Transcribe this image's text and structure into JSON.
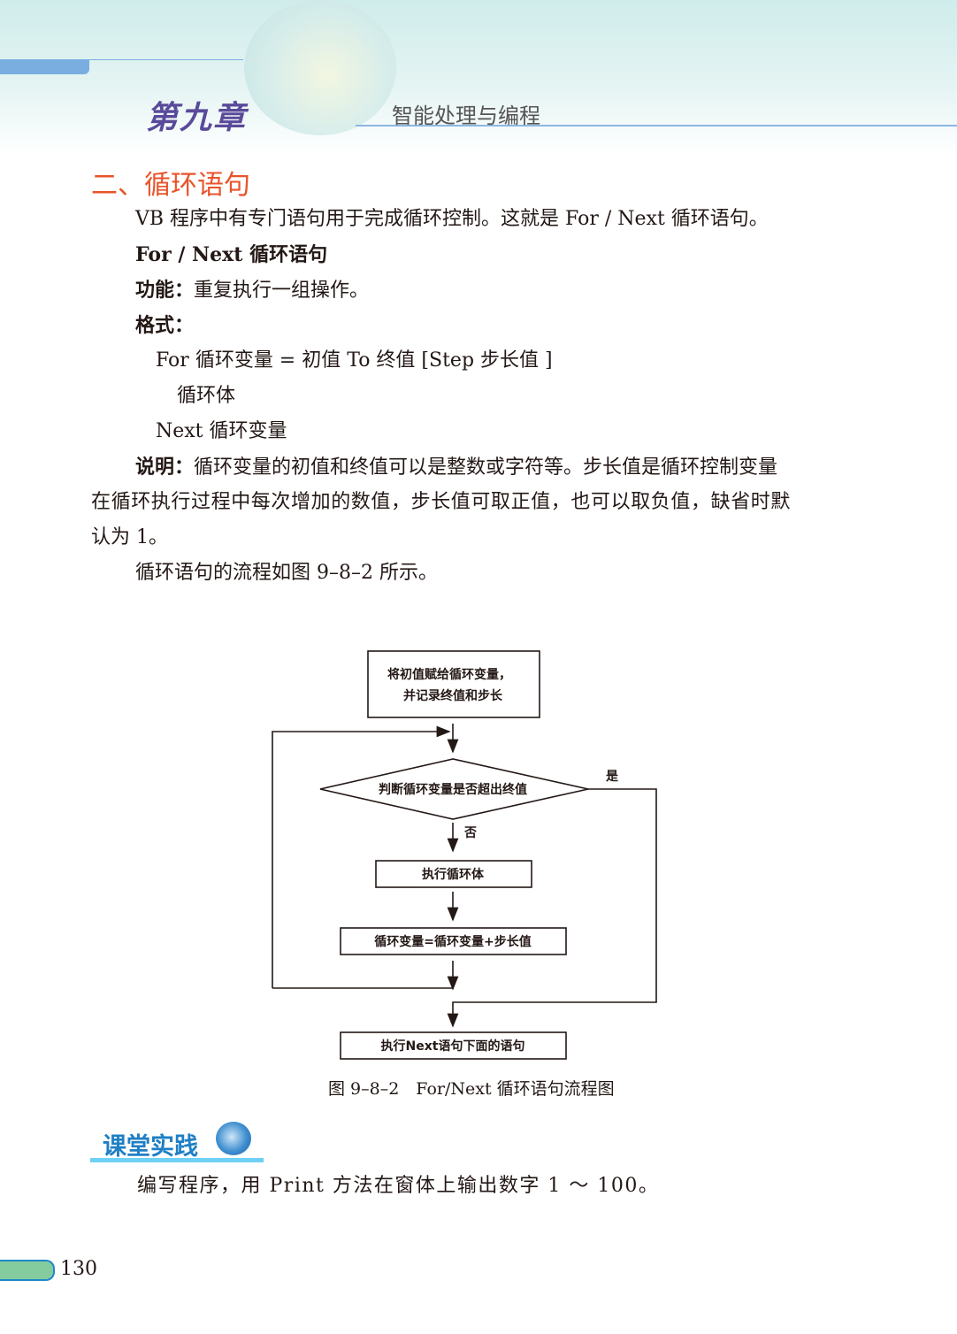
{
  "header": {
    "chapter": "第九章",
    "subject": "智能处理与编程"
  },
  "section_title": "二、循环语句",
  "body": {
    "intro": "VB 程序中有专门语句用于完成循环控制。这就是 For / Next 循环语句。",
    "statement_title": "For / Next 循环语句",
    "function_label": "功能：",
    "function_text": "重复执行一组操作。",
    "format_label": "格式：",
    "syntax": [
      "For 循环变量 = 初值 To 终值 [Step 步长值 ]",
      "循环体",
      "Next 循环变量"
    ],
    "note_label": "说明：",
    "note_lines": [
      "循环变量的初值和终值可以是整数或字符等。步长值是循环控制变量",
      "在循环执行过程中每次增加的数值，步长值可取正值，也可以取负值，缺省时默",
      "认为 1。"
    ],
    "flow_ref": "循环语句的流程如图 9–8–2 所示。"
  },
  "flowchart": {
    "init_lines": [
      "将初值赋给循环变量，",
      "并记录终值和步长"
    ],
    "condition": "判断循环变量是否超出终值",
    "yes": "是",
    "no": "否",
    "body": "执行循环体",
    "step": "循环变量=循环变量+步长值",
    "exit": "执行Next语句下面的语句",
    "caption": "图 9–8–2　For/Next 循环语句流程图"
  },
  "practice": {
    "title": "课堂实践",
    "task": "编写程序，用 Print 方法在窗体上输出数字 1 ～ 100。"
  },
  "page_number": "130"
}
